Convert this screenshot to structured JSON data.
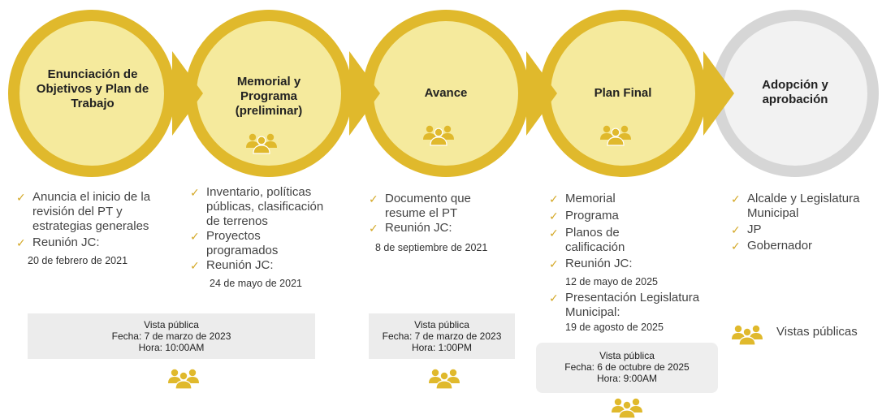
{
  "stages": [
    {
      "title": "Enunciación de Objetivos  y Plan de Trabajo",
      "icon": "",
      "items": [
        {
          "text": "Anuncia el inicio de la revisión del PT y estrategias generales"
        },
        {
          "text": "Reunión JC:",
          "date": "20 de febrero de 2021"
        }
      ]
    },
    {
      "title": "Memorial y Programa (preliminar)",
      "icon": "people-icon",
      "items": [
        {
          "text": "Inventario, políticas públicas, clasificación de terrenos"
        },
        {
          "text": "Proyectos programados"
        },
        {
          "text": "Reunión JC:",
          "date": "24 de mayo de 2021"
        }
      ]
    },
    {
      "title": "Avance",
      "icon": "people-icon",
      "items": [
        {
          "text": "Documento que resume el PT"
        },
        {
          "text": "Reunión JC:",
          "date": "8 de septiembre de 2021"
        }
      ]
    },
    {
      "title": "Plan Final",
      "icon": "people-icon",
      "items": [
        {
          "text": "Memorial"
        },
        {
          "text": "Programa"
        },
        {
          "text": "Planos de calificación"
        },
        {
          "text": "Reunión JC:",
          "date": "12 de mayo de 2025"
        },
        {
          "text": "Presentación Legislatura Municipal:",
          "date": "19 de agosto de 2025"
        }
      ]
    },
    {
      "title": "Adopción y aprobación",
      "icon": "",
      "items": [
        {
          "text": "Alcalde y Legislatura Municipal"
        },
        {
          "text": "JP"
        },
        {
          "text": "Gobernador"
        }
      ]
    }
  ],
  "vistas": [
    {
      "label": "Vista pública",
      "fecha": "Fecha: 7 de marzo de 2023",
      "hora": "Hora: 10:00AM"
    },
    {
      "label": "Vista pública",
      "fecha": "Fecha: 7 de marzo de 2023",
      "hora": "Hora: 1:00PM"
    },
    {
      "label": "Vista pública",
      "fecha": "Fecha: 6 de octubre de 2025",
      "hora": "Hora: 9:00AM"
    }
  ],
  "legend": {
    "label": "Vistas públicas"
  },
  "colors": {
    "gold": "#e0b92c",
    "circle_fill": "#f5ea9d",
    "grey_ring": "#d6d6d6",
    "grey_fill": "#f2f2f2",
    "box": "#ececec"
  }
}
